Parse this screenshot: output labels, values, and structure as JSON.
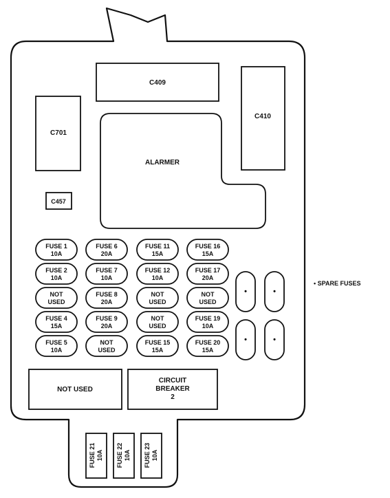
{
  "connectors": {
    "c409": "C409",
    "c410": "C410",
    "c701": "C701",
    "c457": "C457"
  },
  "alarmer": "ALARMER",
  "fuse_columns": [
    [
      [
        "FUSE 1",
        "10A"
      ],
      [
        "FUSE 2",
        "10A"
      ],
      [
        "NOT",
        "USED"
      ],
      [
        "FUSE 4",
        "15A"
      ],
      [
        "FUSE 5",
        "10A"
      ]
    ],
    [
      [
        "FUSE 6",
        "20A"
      ],
      [
        "FUSE 7",
        "10A"
      ],
      [
        "FUSE 8",
        "20A"
      ],
      [
        "FUSE 9",
        "20A"
      ],
      [
        "NOT",
        "USED"
      ]
    ],
    [
      [
        "FUSE 11",
        "15A"
      ],
      [
        "FUSE 12",
        "10A"
      ],
      [
        "NOT",
        "USED"
      ],
      [
        "NOT",
        "USED"
      ],
      [
        "FUSE 15",
        "15A"
      ]
    ],
    [
      [
        "FUSE 16",
        "15A"
      ],
      [
        "FUSE 17",
        "20A"
      ],
      [
        "NOT",
        "USED"
      ],
      [
        "FUSE 19",
        "10A"
      ],
      [
        "FUSE 20",
        "15A"
      ]
    ]
  ],
  "spare_marker": "•",
  "spare_label": "• SPARE FUSES",
  "not_used_box": "NOT USED",
  "circuit_breaker": [
    "CIRCUIT",
    "BREAKER",
    "2"
  ],
  "bottom_fuses": [
    [
      "FUSE 21",
      "10A"
    ],
    [
      "FUSE 22",
      "10A"
    ],
    [
      "FUSE 23",
      "10A"
    ]
  ]
}
